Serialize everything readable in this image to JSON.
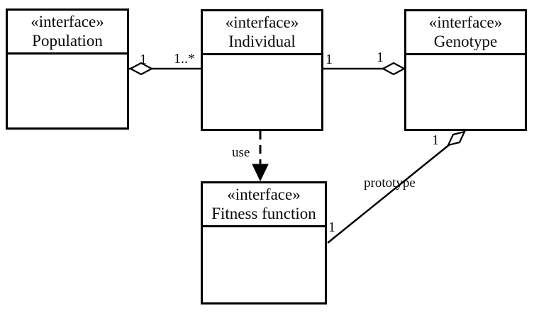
{
  "diagram": {
    "type": "uml-class-diagram",
    "background_color": "#ffffff",
    "line_color": "#000000",
    "classes": [
      {
        "stereotype": "«interface»",
        "name": "Population"
      },
      {
        "stereotype": "«interface»",
        "name": "Individual"
      },
      {
        "stereotype": "«interface»",
        "name": "Genotype"
      },
      {
        "stereotype": "«interface»",
        "name": "Fitness function"
      }
    ],
    "relations": [
      {
        "kind": "aggregation",
        "whole": "Population",
        "part": "Individual",
        "whole_multiplicity": "1",
        "part_multiplicity": "1..*"
      },
      {
        "kind": "aggregation",
        "whole": "Genotype",
        "part": "Individual",
        "whole_multiplicity": "1",
        "part_multiplicity": "1"
      },
      {
        "kind": "dependency",
        "from": "Individual",
        "to": "Fitness function",
        "label": "use"
      },
      {
        "kind": "aggregation",
        "whole": "Genotype",
        "part": "Fitness function",
        "label": "prototype",
        "whole_multiplicity": "1",
        "part_multiplicity": "1"
      }
    ],
    "labels": {
      "pop_agg_mult": "1",
      "pop_ind_mult": "1..*",
      "ind_gen_mult": "1",
      "gen_agg_mult": "1",
      "use": "use",
      "gen_proto_mult": "1",
      "prototype": "prototype",
      "fit_proto_mult": "1"
    }
  }
}
